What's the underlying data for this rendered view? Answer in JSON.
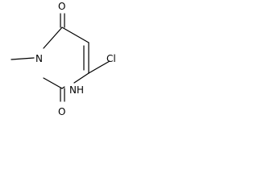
{
  "molecule": {
    "atoms": {
      "o_top": "O",
      "n_methyl": "N",
      "cl": "Cl",
      "nh": "NH",
      "o_bottom": "O"
    },
    "colors": {
      "bond": "#000000",
      "label": "#000000",
      "background": "#ffffff"
    }
  }
}
